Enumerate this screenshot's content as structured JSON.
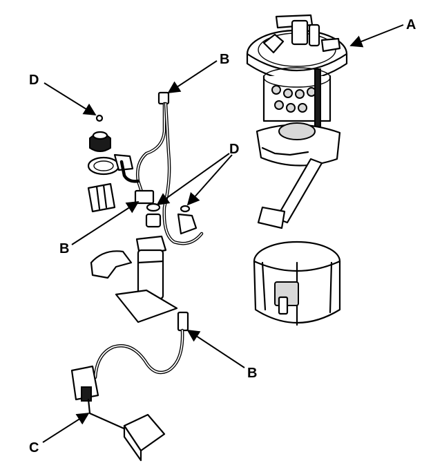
{
  "callouts": {
    "a": "A",
    "b_top": "B",
    "b_mid": "B",
    "b_low": "B",
    "c": "C",
    "d_left": "D",
    "d_right": "D"
  }
}
